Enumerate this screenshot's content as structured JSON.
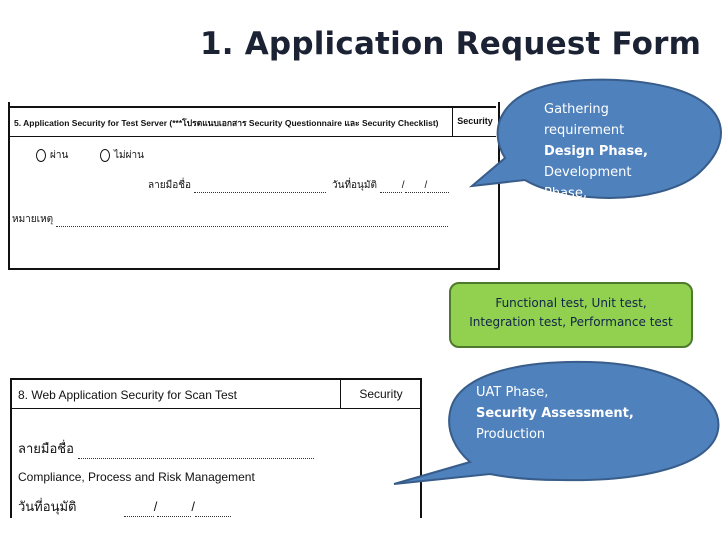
{
  "title": "1. Application Request Form",
  "form1": {
    "header": "5. Application Security  for Test Server (***โปรดแนบเอกสาร Security Questionnaire และ Security Checklist)",
    "security": "Security",
    "pass": "ผ่าน",
    "fail": "ไม่ผ่าน",
    "signature": "ลายมือชื่อ",
    "approval_date": "วันที่อนุมัติ",
    "date_sep": "/",
    "remark": "หมายเหตุ"
  },
  "form2": {
    "header": "8. Web Application Security   for Scan Test",
    "security": "Security",
    "signature": "ลายมือชื่อ",
    "dept": "Compliance, Process and Risk Management",
    "approval_date": "วันที่อนุมัติ",
    "date_sep": "/"
  },
  "callout_top": {
    "line1": "Gathering",
    "line2": "requirement",
    "line3": "Design Phase,",
    "line4": "Development",
    "line5": "Phase,"
  },
  "green_box": {
    "line1": "Functional test, Unit test,",
    "line2": "Integration test, Performance test"
  },
  "callout_bottom": {
    "line1": "UAT Phase,",
    "line2": "Security Assessment,",
    "line3": "Production"
  },
  "colors": {
    "callout_fill": "#4f81bd",
    "callout_stroke": "#385d8a",
    "green_fill": "#92d050",
    "title": "#1b2233"
  }
}
